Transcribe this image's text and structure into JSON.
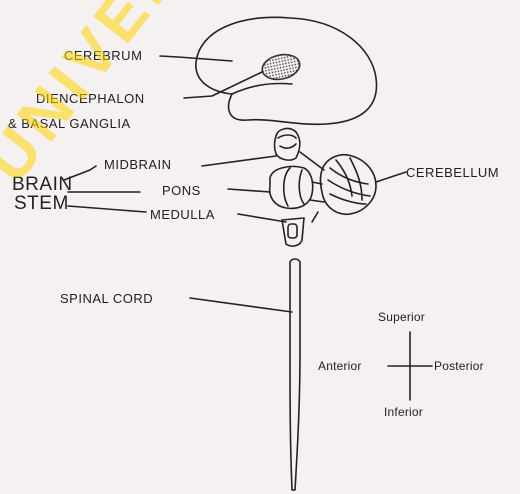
{
  "watermark": "UNIVERSITY OF IBADAN LIBRARY",
  "labels": {
    "cerebrum": "CEREBRUM",
    "diencephalon_line1": "DIENCEPHALON",
    "diencephalon_line2": "& BASAL GANGLIA",
    "midbrain": "MIDBRAIN",
    "pons": "PONS",
    "medulla": "MEDULLA",
    "brain": "BRAIN",
    "stem": "STEM",
    "cerebellum": "CEREBELLUM",
    "spinal_cord": "SPINAL CORD"
  },
  "orientation": {
    "superior": "Superior",
    "anterior": "Anterior",
    "posterior": "Posterior",
    "inferior": "Inferior"
  }
}
